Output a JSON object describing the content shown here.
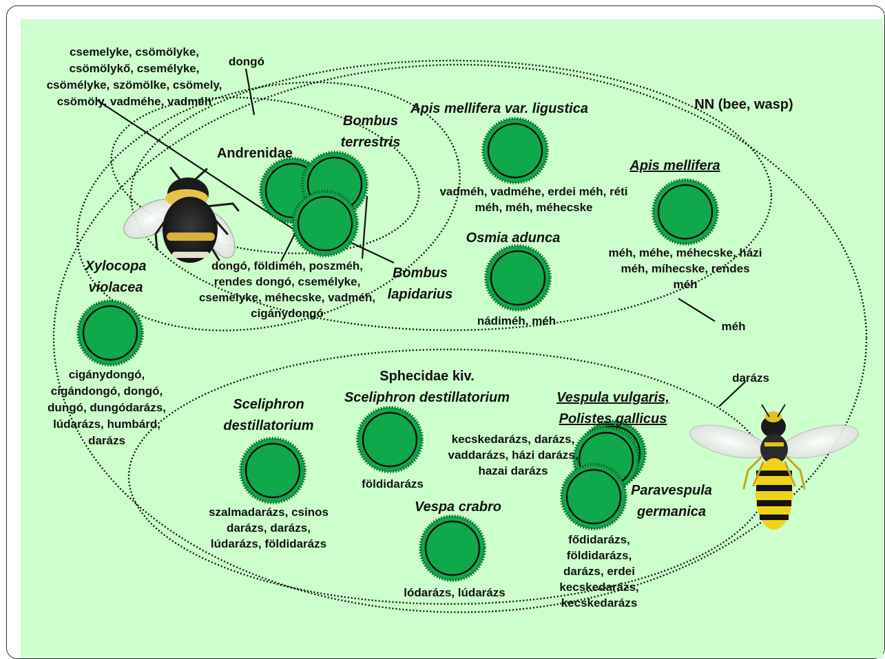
{
  "top_note": "NN (bee, wasp)",
  "group_labels": {
    "dongo": "dongó",
    "meh": "méh",
    "darazs": "darázs"
  },
  "taxa": {
    "andrenidae": "Andrenidae",
    "bombus_terrestris_l1": "Bombus",
    "bombus_terrestris_l2": "terrestris",
    "bombus_lapidarius_l1": "Bombus",
    "bombus_lapidarius_l2": "lapidarius",
    "apis_ligustica": "Apis mellifera var. ligustica",
    "apis_mellifera": "Apis mellifera",
    "osmia": "Osmia adunca",
    "xylocopa_l1": "Xylocopa",
    "xylocopa_l2": "violacea",
    "sphecidae_l1": "Sphecidae kiv.",
    "sphecidae_l2": "Sceliphron destillatorium",
    "sceliphron_l1": "Sceliphron",
    "sceliphron_l2": "destillatorium",
    "vespula_l1": "Vespula vulgaris,",
    "vespula_l2": "Polistes gallicus",
    "paravespula_l1": "Paravespula",
    "paravespula_l2": "germanica",
    "vespa": "Vespa crabro"
  },
  "names": {
    "csemelyke": [
      "csemelyke, csömölyke,",
      "csömölykő,  csemélyke,",
      "csömélyke, szömölke, csömely,",
      "csömöly, vadméhe, vadméh"
    ],
    "bombus": [
      "dongó, földiméh, poszméh,",
      "rendes dongó, csemélyke,",
      "csemelyke, méhecske, vadméh,",
      "cigánydongó"
    ],
    "ligustica": [
      "vadméh, vadméhe, erdei méh, réti",
      "méh, méh, méhecske"
    ],
    "apis": [
      "méh, méhe, méhecske, házi",
      "méh, míhecske, rendes",
      "méh"
    ],
    "osmia": [
      "nádiméh, méh"
    ],
    "xylocopa": [
      "cigánydongó,",
      "cigándongó, dongó,",
      "dungó, dungódarázs,",
      "lúdarázs, humbárd,",
      "darázs"
    ],
    "sphecidae": [
      "földidarázs"
    ],
    "sceliphron": [
      "szalmadarázs, csinos",
      "darázs, darázs,",
      "lúdarázs, földidarázs"
    ],
    "vespula": [
      "kecskedarázs, darázs,",
      "vaddarázs, házi darázs,",
      "hazai darázs"
    ],
    "paravespula": [
      "fődidarázs,",
      "földidarázs,",
      "darázs, erdei",
      "kecskedarázs,",
      "kecskedarázs"
    ],
    "vespa": [
      "lódarázs, lúdarázs"
    ]
  },
  "colors": {
    "background": "#ccffcc",
    "node_fill": "#0fa84a",
    "node_dots": "#0a5c25",
    "ink": "#111111"
  }
}
